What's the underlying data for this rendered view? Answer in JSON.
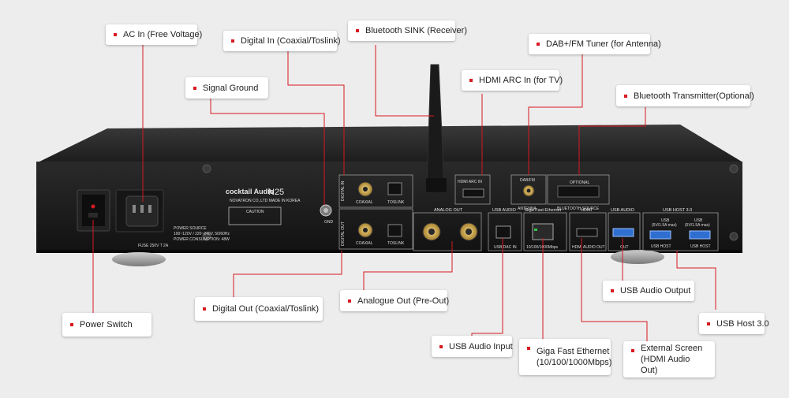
{
  "device": {
    "brand": "cocktail Audio",
    "model": "N25",
    "maker": "NOVATRON CO.,LTD  MADE IN KOREA",
    "caution": "CAUTION",
    "power_source": "POWER SOURCE",
    "voltage": "100~120V / 220~240V, 50/60Hz",
    "consumption": "POWER CONSUMPTION: 48W",
    "fuse": "FUSE 250V T 2A",
    "gnd": "GND",
    "digital_in": "DIGITAL IN",
    "digital_out": "DIGITAL OUT",
    "coaxial": "COAXIAL",
    "toslink": "TOSLINK",
    "analog_out": "ANALOG OUT",
    "usb_audio": "USB AUDIO",
    "giga_ethernet": "Giga Fast Ethernet",
    "hdmi": "HDMI",
    "usb_host": "USB HOST 3.0",
    "antenna": "ANTENNA",
    "bt_source": "BLUETOOTH SOURCE",
    "optional": "OPTIONAL",
    "hdmi_arc_in": "HDMI ARC IN",
    "dab_fm": "DAB/FM",
    "usb_dac_in": "USB DAC IN",
    "lan_port": "10/100/1000Mbps",
    "hdmi_port": "HDMI AUDIO OUT",
    "usb_out": "OUT",
    "usb_host_port": "USB HOST",
    "usb_a": "USB",
    "usb_a_sub": "(5V/1.5A max)"
  },
  "callouts": {
    "ac_in": "AC In (Free Voltage)",
    "digital_in": "Digital In (Coaxial/Toslink)",
    "bt_sink": "Bluetooth SINK (Receiver)",
    "dab_fm": "DAB+/FM Tuner (for Antenna)",
    "signal_ground": "Signal Ground",
    "hdmi_arc": "HDMI ARC In (for TV)",
    "bt_tx": "Bluetooth Transmitter(Optional)",
    "digital_out": "Digital Out (Coaxial/Toslink)",
    "analogue_out": "Analogue Out (Pre-Out)",
    "usb_audio_output": "USB Audio Output",
    "power_switch": "Power Switch",
    "usb_host": "USB Host 3.0",
    "usb_audio_input": "USB Audio Input",
    "giga_ethernet_l1": "Giga Fast Ethernet",
    "giga_ethernet_l2": "(10/100/1000Mbps)",
    "external_screen_l1": "External Screen",
    "external_screen_l2": "(HDMI Audio Out)"
  },
  "colors": {
    "background": "#ededed",
    "chassis": "#1a1a1a",
    "leader_line": "#d71920",
    "bullet": "#d71920",
    "port_blue": "#2f6fd0",
    "rca_gold": "#c9a24a"
  }
}
